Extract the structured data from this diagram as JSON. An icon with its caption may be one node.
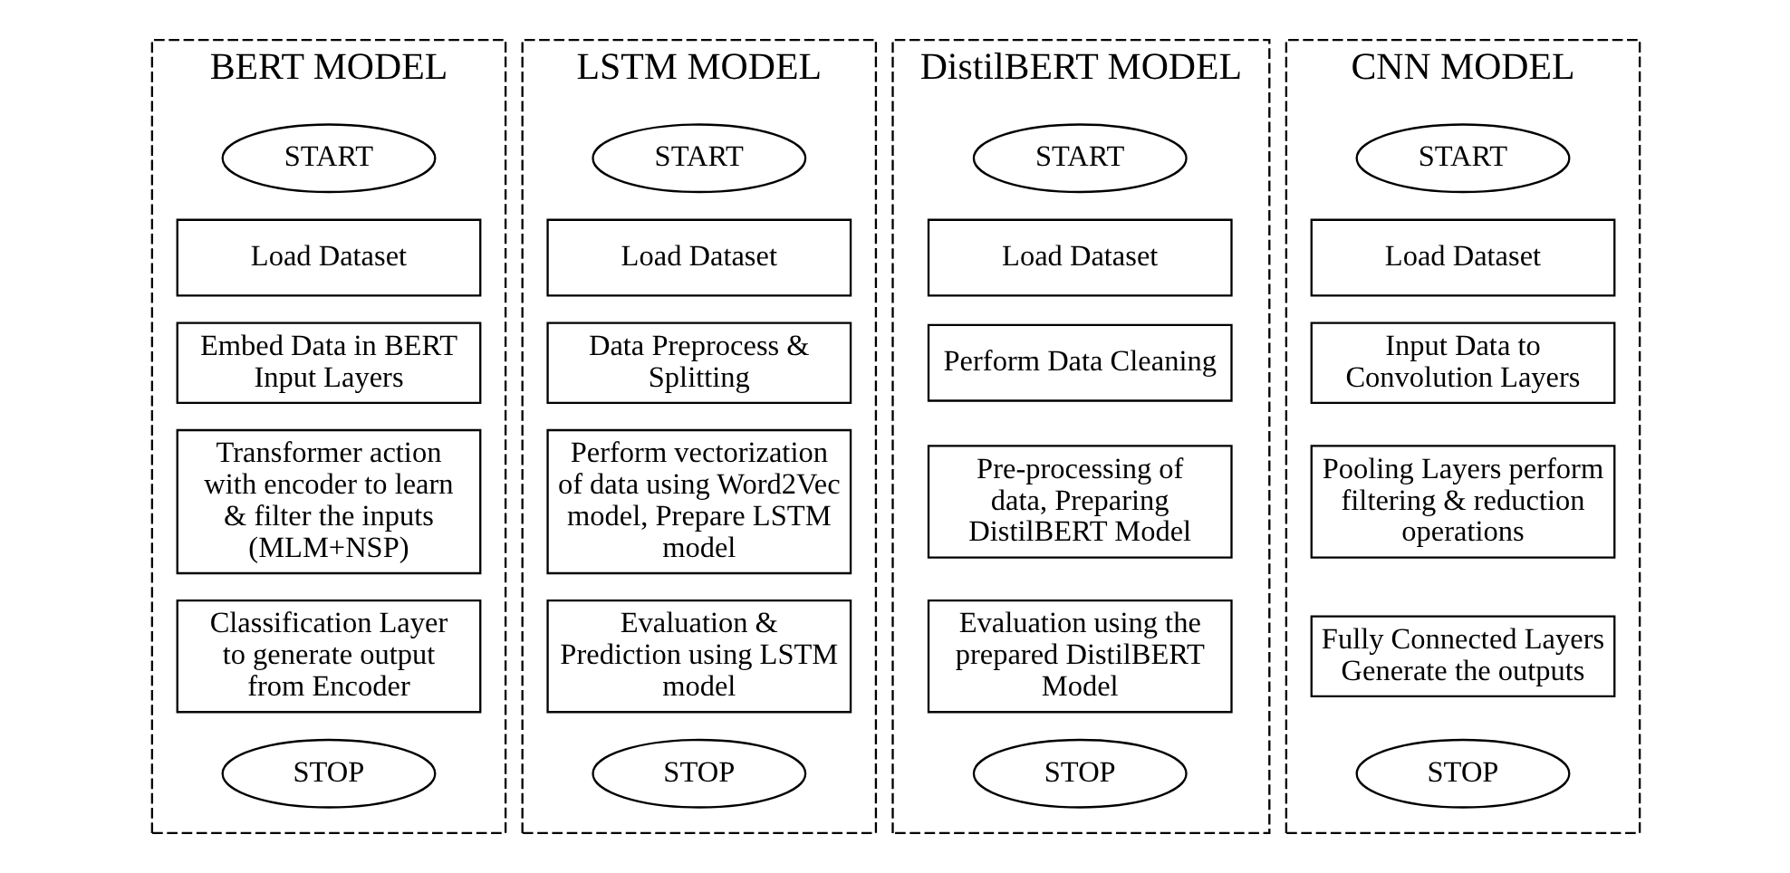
{
  "diagram": {
    "nodes": [
      {
        "text": [
          "BERT MODEL"
        ]
      },
      {
        "text": [
          "START"
        ],
        "in": 0
      },
      {
        "text": [
          "Load Dataset"
        ],
        "in": 0
      },
      {
        "text": [
          "Embed Data in BERT Input Layers"
        ],
        "in": 0
      },
      {
        "text": [
          "Transformer action with encoder to learn & filter the inputs (MLM+NSP)"
        ],
        "in": 0
      },
      {
        "text": [
          "Classification Layer to generate output from Encoder"
        ],
        "in": 0
      },
      {
        "text": [
          "STOP"
        ],
        "in": 0
      },
      {
        "text": [
          "LSTM MODEL"
        ]
      },
      {
        "text": [
          "START"
        ],
        "in": 7
      },
      {
        "text": [
          "Load Dataset"
        ],
        "in": 7
      },
      {
        "text": [
          "Data Preprocess & Splitting"
        ],
        "in": 7
      },
      {
        "text": [
          "Perform vectorization of data using Word2Vec model, Prepare LSTM model"
        ],
        "in": 7
      },
      {
        "text": [
          "Evaluation & Prediction using LSTM model"
        ],
        "in": 7
      },
      {
        "text": [
          "STOP"
        ],
        "in": 7
      },
      {
        "text": [
          "DistilBERT MODEL"
        ]
      },
      {
        "text": [
          "START"
        ],
        "in": 14
      },
      {
        "text": [
          "Load Dataset"
        ],
        "in": 14
      },
      {
        "text": [
          "Perform Data Cleaning"
        ],
        "in": 14
      },
      {
        "text": [
          "Pre-processing of data, Preparing DistilBERT Model"
        ],
        "in": 14
      },
      {
        "text": [
          "Evaluation using the prepared DistilBERT Model"
        ],
        "in": 14
      },
      {
        "text": [
          "STOP"
        ],
        "in": 14
      },
      {
        "text": [
          "CNN MODEL"
        ]
      },
      {
        "text": [
          "START"
        ],
        "in": 21
      },
      {
        "text": [
          "Load Dataset"
        ],
        "in": 21
      },
      {
        "text": [
          "Input Data to Convolution Layers"
        ],
        "in": 21
      },
      {
        "text": [
          "Pooling Layers perform filtering & reduction operations"
        ],
        "in": 21
      },
      {
        "text": [
          "Fully Connected Layers Generate the outputs"
        ],
        "in": 21
      },
      {
        "text": [
          "STOP"
        ],
        "in": 21
      }
    ]
  }
}
